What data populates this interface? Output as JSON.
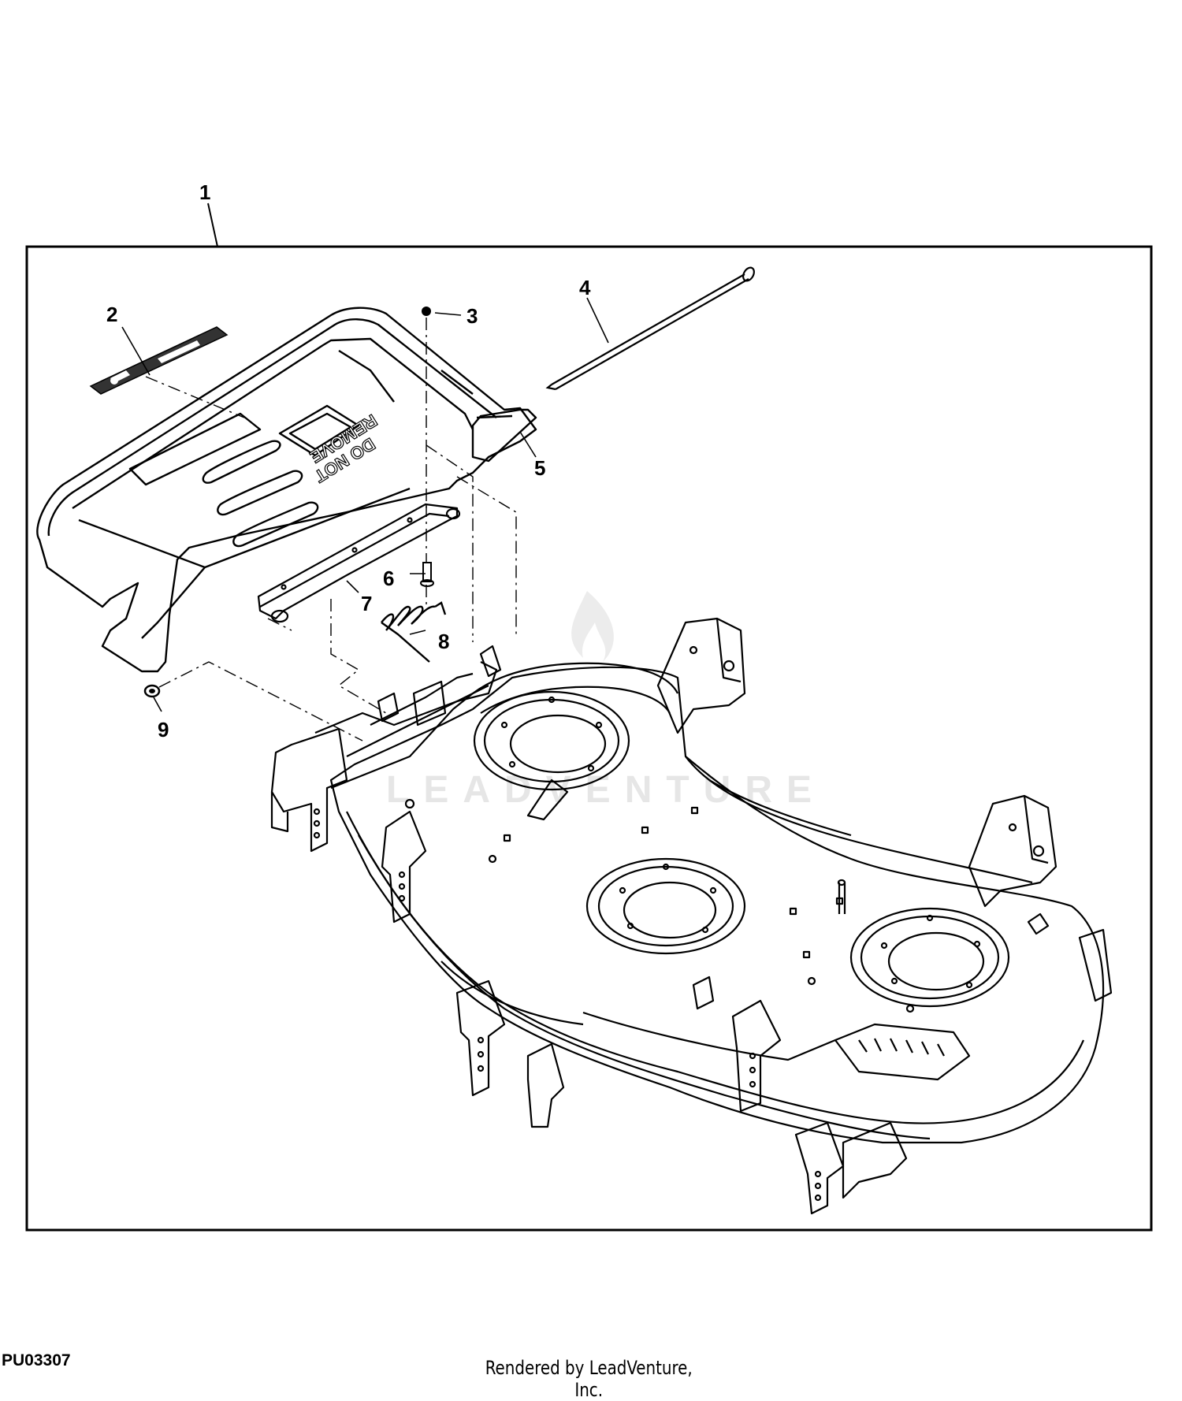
{
  "diagram": {
    "figure_code": "PU03307",
    "credit": "Rendered by LeadVenture, Inc.",
    "watermark": "LEADVENTURE",
    "callouts": [
      "1",
      "2",
      "3",
      "4",
      "5",
      "6",
      "7",
      "8",
      "9"
    ],
    "decal_text": [
      "DO NOT",
      "REMOVE"
    ],
    "colors": {
      "line": "#000000",
      "background": "#ffffff",
      "watermark": "#e6e6e6"
    }
  }
}
